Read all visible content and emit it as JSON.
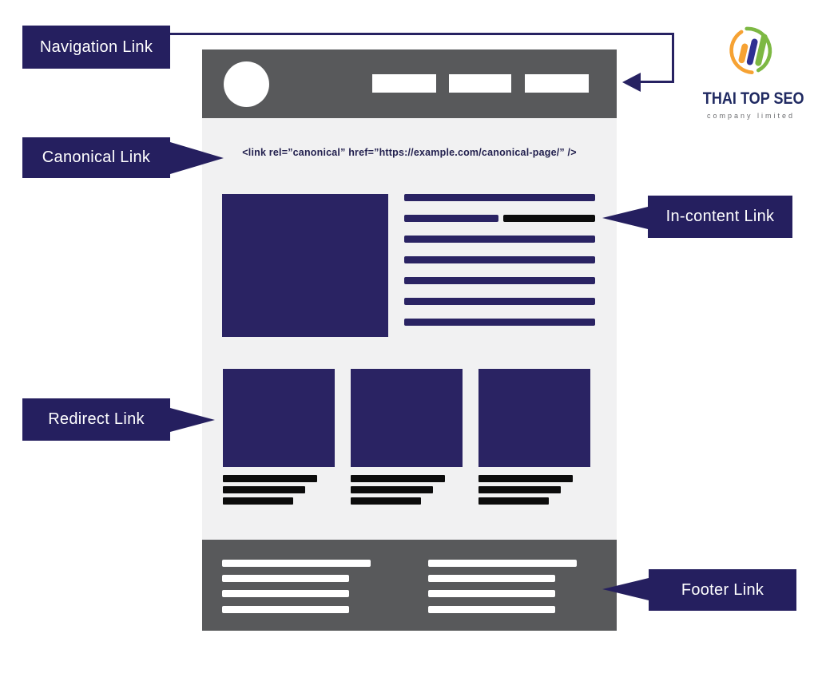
{
  "callouts": {
    "navigation": "Navigation Link",
    "canonical": "Canonical Link",
    "in_content": "In-content Link",
    "redirect": "Redirect Link",
    "footer": "Footer Link"
  },
  "mockup": {
    "canonical_code": "<link rel=”canonical” href=”https://example.com/canonical-page/” />"
  },
  "brand": {
    "name": "THAI TOP SEO",
    "subtitle": "company limited"
  },
  "colors": {
    "callout_navy": "#251f5f",
    "mockup_navy": "#2a2363",
    "connector_navy": "#272262",
    "frame_gray": "#58595b",
    "body_gray": "#f1f1f2",
    "line_black": "#0c0c0c",
    "brand_navy": "#202a62",
    "subtitle_gray": "#6d6e71",
    "logo_orange": "#f6a233",
    "logo_green": "#7db843",
    "logo_blue": "#2e3192"
  }
}
